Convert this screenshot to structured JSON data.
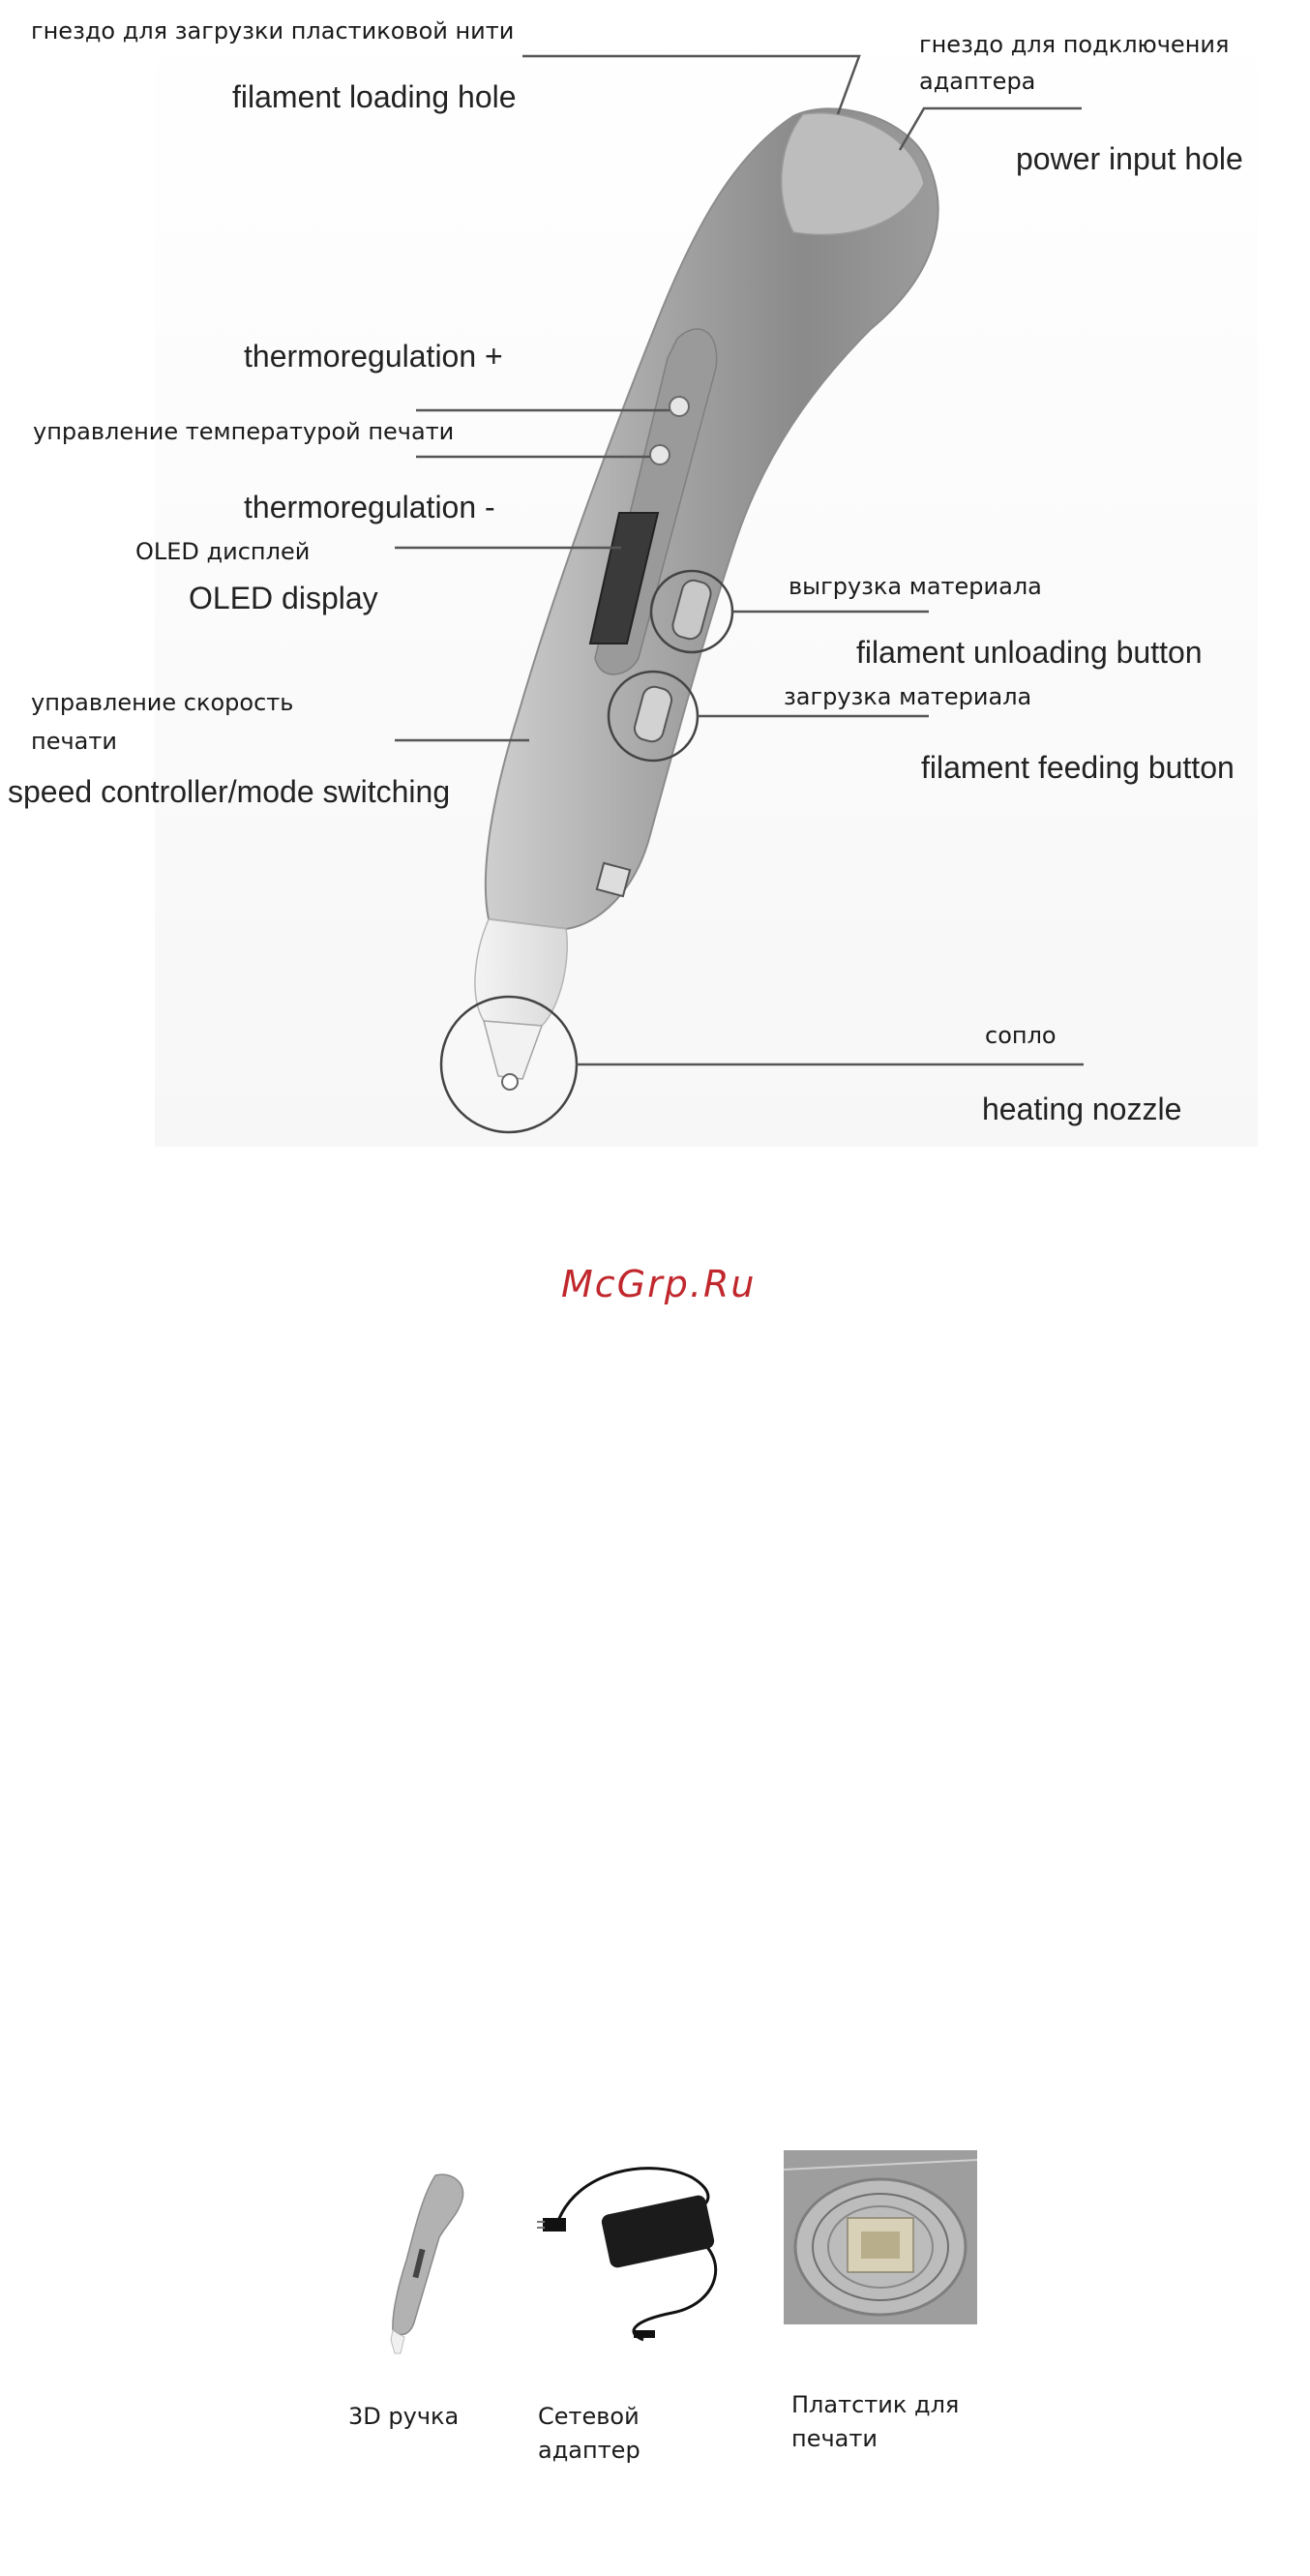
{
  "diagram": {
    "labels": {
      "loading_ru": "гнездо для загрузки пластиковой нити",
      "loading_en": "filament loading hole",
      "power_ru_1": "гнездо для подключения",
      "power_ru_2": "адаптера",
      "power_en": "power input hole",
      "thermo_plus": "thermoregulation +",
      "temp_ru": "управление температурой печати",
      "thermo_minus": "thermoregulation -",
      "oled_ru": "OLED дисплей",
      "oled_en": "OLED display",
      "unload_ru": "выгрузка материала",
      "unload_en": "filament unloading button",
      "speed_ru_1": "управление скорость",
      "speed_ru_2": "печати",
      "speed_en": "speed controller/mode switching",
      "feed_ru": "загрузка материала",
      "feed_en": "filament feeding button",
      "nozzle_ru": "сопло",
      "nozzle_en": "heating nozzle"
    }
  },
  "watermark": {
    "text": "McGrp.Ru",
    "color": "#c0282d"
  },
  "kit": {
    "items": [
      {
        "label": "3D ручка"
      },
      {
        "label_1": "Сетевой",
        "label_2": "адаптер"
      },
      {
        "label_1": "Платстик для",
        "label_2": "печати"
      }
    ]
  }
}
